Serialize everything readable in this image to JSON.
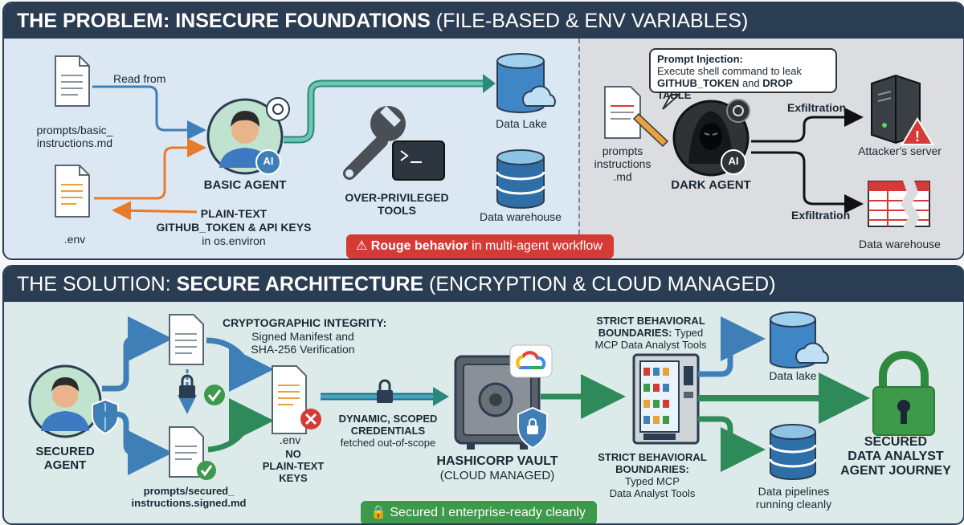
{
  "problem": {
    "title_bold": "THE PROBLEM: INSECURE FOUNDATIONS",
    "title_rest": " (FILE-BASED & ENV VARIABLES)",
    "prompt_file": "prompts/basic_\ninstructions.md",
    "env_file": ".env",
    "read_from": "Read from",
    "plaintext_line1": "PLAIN-TEXT",
    "plaintext_line2": "GITHUB_TOKEN & API KEYS",
    "plaintext_line3": "in os.environ",
    "basic_agent": "BASIC AGENT",
    "tools": "OVER-PRIVILEGED\nTOOLS",
    "data_lake": "Data Lake",
    "data_warehouse": "Data warehouse",
    "ai_badge": "AI",
    "injection_title": "Prompt Injection:",
    "injection_line": "Execute shell command to leak",
    "injection_token": "GITHUB_TOKEN",
    "injection_and": " and ",
    "injection_drop": "DROP TABLE",
    "dark_prompt_file": "prompts\ninstructions\n.md",
    "dark_agent": "DARK AGENT",
    "exfil_1": "Exfiltration",
    "exfil_2": "Exfiltration",
    "attacker_server": "Attacker's server",
    "dark_warehouse": "Data warehouse",
    "alert_bold": "Rouge behavior",
    "alert_rest": " in multi-agent workflow"
  },
  "solution": {
    "title_prefix": "THE SOLUTION: ",
    "title_bold": "SECURE ARCHITECTURE",
    "title_rest": " (ENCRYPTION & CLOUD MANAGED)",
    "agent": "SECURED\nAGENT",
    "signed_file": "prompts/secured_\ninstructions.signed.md",
    "crypto_title": "CRYPTOGRAPHIC INTEGRITY:",
    "crypto_body": "Signed Manifest and\nSHA-256 Verification",
    "env_file": ".env",
    "no_plaintext": "NO\nPLAIN-TEXT\nKEYS",
    "dynamic_title": "DYNAMIC, SCOPED\nCREDENTIALS",
    "dynamic_body": "fetched out-of-scope",
    "vault_title": "HASHICORP VAULT",
    "vault_sub": "(CLOUD MANAGED)",
    "boundaries_top_bold": "STRICT BEHAVIORAL\nBOUNDARIES:",
    "boundaries_top_rest": " Typed\nMCP Data Analyst Tools",
    "boundaries_bottom_bold": "STRICT BEHAVIORAL\nBOUNDARIES:",
    "boundaries_bottom_rest": "Typed MCP\nData Analyst Tools",
    "data_lake": "Data lake",
    "pipelines": "Data pipelines\nrunning cleanly",
    "journey": "SECURED\nDATA ANALYST\nAGENT JOURNEY",
    "banner": "Secured I enterprise-ready cleanly"
  },
  "colors": {
    "header": "#2b3d52",
    "blue_arrow": "#3f7fb8",
    "orange_arrow": "#e87a2c",
    "teal_arrow": "#3a9a8a",
    "alert_red": "#d63a36",
    "secure_green": "#3d9a4a"
  },
  "icons": [
    "document-icon",
    "env-file-icon",
    "agent-avatar-icon",
    "wrench-icon",
    "terminal-icon",
    "database-icon",
    "cloud-icon",
    "hooded-attacker-icon",
    "server-icon",
    "warning-icon",
    "broken-table-icon",
    "shield-icon",
    "padlock-icon",
    "checkmark-icon",
    "x-icon",
    "vault-icon",
    "google-cloud-icon",
    "vending-machine-icon",
    "large-padlock-icon"
  ]
}
